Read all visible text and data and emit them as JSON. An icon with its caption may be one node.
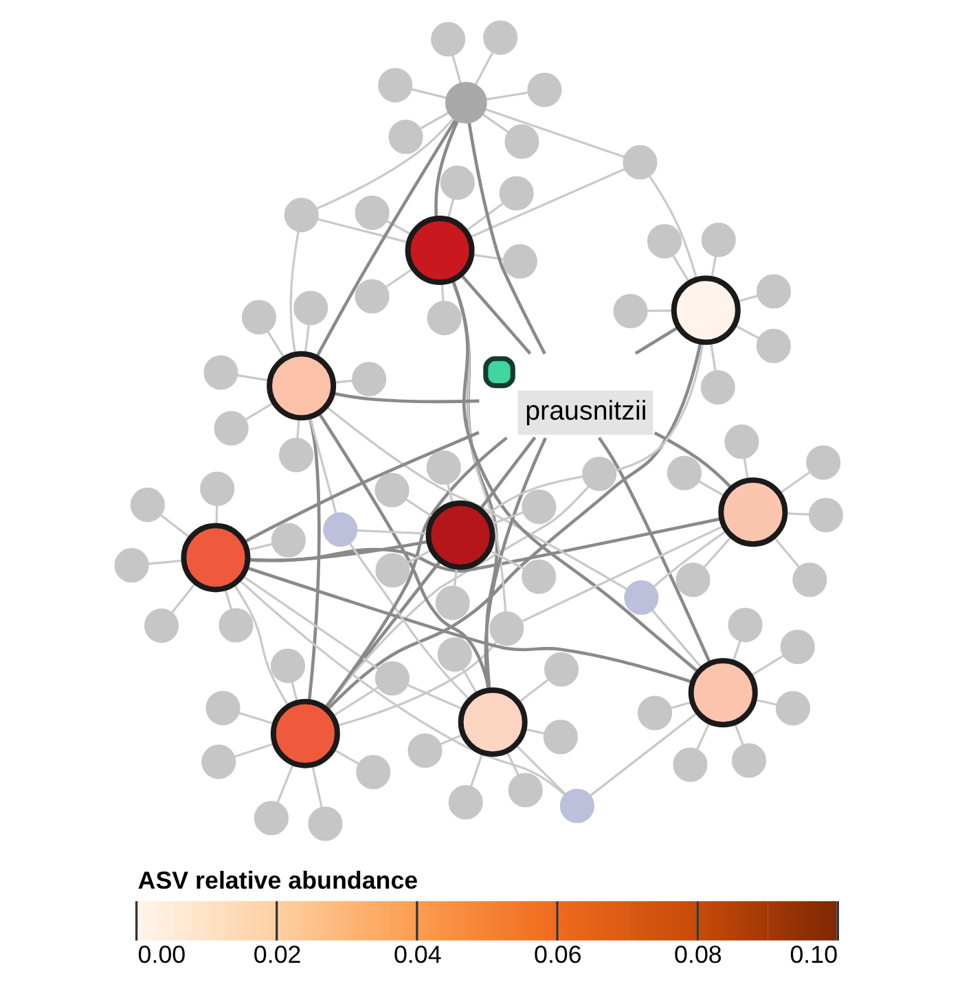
{
  "diagram": {
    "nodes": [
      {
        "text": [],
        "shape": "circle"
      },
      {
        "text": [],
        "shape": "circle"
      },
      {
        "text": [],
        "shape": "circle"
      },
      {
        "text": [],
        "shape": "circle"
      },
      {
        "text": [],
        "shape": "circle"
      },
      {
        "text": [],
        "shape": "circle"
      },
      {
        "text": [
          "prausnitzii"
        ]
      },
      {
        "text": [],
        "shape": "circle"
      },
      {
        "text": [],
        "shape": "circle"
      },
      {
        "text": [],
        "shape": "circle"
      },
      {
        "text": [],
        "shape": "circle"
      },
      {
        "text": [],
        "shape": "circle"
      },
      {
        "text": [],
        "shape": "circle"
      },
      {
        "text": [],
        "shape": "circle"
      },
      {
        "text": [],
        "shape": "circle"
      },
      {
        "text": [],
        "shape": "circle"
      },
      {
        "text": [],
        "shape": "circle"
      },
      {
        "text": [],
        "shape": "circle"
      },
      {
        "text": [],
        "shape": "circle"
      },
      {
        "text": [],
        "shape": "circle"
      },
      {
        "text": [],
        "shape": "circle"
      },
      {
        "text": [],
        "shape": "circle"
      },
      {
        "text": [],
        "shape": "circle"
      },
      {
        "text": [],
        "shape": "circle"
      },
      {
        "text": [],
        "shape": "circle"
      },
      {
        "text": [],
        "shape": "circle"
      },
      {
        "text": [],
        "shape": "circle"
      },
      {
        "text": [],
        "shape": "circle"
      },
      {
        "text": [],
        "shape": "circle"
      },
      {
        "text": [],
        "shape": "circle"
      },
      {
        "text": [],
        "shape": "circle"
      },
      {
        "text": [],
        "shape": "circle"
      },
      {
        "text": [],
        "shape": "circle"
      },
      {
        "text": [],
        "shape": "circle"
      },
      {
        "text": [],
        "shape": "circle"
      },
      {
        "text": [],
        "shape": "circle"
      },
      {
        "text": [],
        "shape": "circle"
      },
      {
        "text": [],
        "shape": "circle"
      },
      {
        "text": [],
        "shape": "circle"
      },
      {
        "text": [],
        "shape": "circle"
      },
      {
        "text": [],
        "shape": "circle"
      },
      {
        "text": [],
        "shape": "circle"
      },
      {
        "text": [],
        "shape": "circle"
      },
      {
        "text": [],
        "shape": "circle"
      },
      {
        "text": [],
        "shape": "circle"
      },
      {
        "text": [],
        "shape": "circle"
      },
      {
        "text": [],
        "shape": "circle"
      },
      {
        "text": [],
        "shape": "circle"
      },
      {
        "text": [],
        "shape": "circle"
      },
      {
        "text": [],
        "shape": "circle"
      },
      {
        "text": [],
        "shape": "circle"
      },
      {
        "text": [],
        "shape": "circle"
      },
      {
        "text": [],
        "shape": "circle"
      },
      {
        "text": [],
        "shape": "circle"
      },
      {
        "text": [],
        "shape": "circle"
      },
      {
        "text": [],
        "shape": "circle"
      },
      {
        "text": [],
        "shape": "circle"
      },
      {
        "text": [],
        "shape": "circle"
      },
      {
        "text": [],
        "shape": "circle"
      },
      {
        "text": [],
        "shape": "circle"
      },
      {
        "text": [],
        "shape": "circle"
      },
      {
        "text": [],
        "shape": "circle"
      },
      {
        "text": [],
        "shape": "circle"
      },
      {
        "text": [],
        "shape": "circle"
      },
      {
        "text": [],
        "shape": "circle"
      },
      {
        "text": [],
        "shape": "circle"
      },
      {
        "text": [],
        "shape": "circle"
      },
      {
        "text": [],
        "shape": "circle"
      },
      {
        "text": [],
        "shape": "circle"
      },
      {
        "text": [],
        "shape": "circle"
      },
      {
        "text": [],
        "shape": "circle"
      },
      {
        "text": [],
        "shape": "circle"
      },
      {
        "text": [],
        "shape": "circle"
      },
      {
        "text": [],
        "shape": "circle"
      },
      {
        "text": [],
        "shape": "circle"
      },
      {
        "text": [],
        "shape": "circle"
      },
      {
        "text": [],
        "shape": "circle"
      },
      {
        "text": [],
        "shape": "circle"
      },
      {
        "text": [],
        "shape": "circle"
      }
    ],
    "edges": [
      {
        "from": 6,
        "to": 0,
        "arrow": "none",
        "color": "#8a8a8a"
      },
      {
        "from": 6,
        "to": 1,
        "arrow": "none",
        "color": "#8a8a8a"
      },
      {
        "from": 6,
        "to": 2,
        "arrow": "none",
        "color": "#8a8a8a"
      },
      {
        "from": 6,
        "to": 3,
        "arrow": "none",
        "color": "#8a8a8a"
      },
      {
        "from": 6,
        "to": 4,
        "arrow": "none",
        "color": "#8a8a8a"
      },
      {
        "from": 6,
        "to": 5,
        "arrow": "none",
        "color": "#8a8a8a"
      },
      {
        "from": 6,
        "to": 7,
        "arrow": "none",
        "color": "#8a8a8a"
      },
      {
        "from": 6,
        "to": 8,
        "arrow": "none",
        "color": "#8a8a8a"
      },
      {
        "from": 6,
        "to": 9,
        "arrow": "none",
        "color": "#8a8a8a"
      },
      {
        "from": 6,
        "to": 10,
        "arrow": "none",
        "color": "#8a8a8a"
      },
      {
        "from": 0,
        "to": 10,
        "arrow": "none",
        "color": "#8a8a8a"
      },
      {
        "from": 1,
        "to": 7,
        "arrow": "none",
        "color": "#8a8a8a"
      },
      {
        "from": 0,
        "to": 9,
        "arrow": "none",
        "color": "#8a8a8a"
      },
      {
        "from": 1,
        "to": 9,
        "arrow": "none",
        "color": "#8a8a8a"
      },
      {
        "from": 2,
        "to": 3,
        "arrow": "none",
        "color": "#8a8a8a"
      },
      {
        "from": 2,
        "to": 4,
        "arrow": "none",
        "color": "#8a8a8a"
      },
      {
        "from": 5,
        "to": 3,
        "arrow": "none",
        "color": "#8a8a8a"
      },
      {
        "from": 7,
        "to": 3,
        "arrow": "none",
        "color": "#8a8a8a"
      },
      {
        "from": 0,
        "to": 4,
        "arrow": "none",
        "color": "#8a8a8a"
      },
      {
        "from": 1,
        "to": 8,
        "arrow": "none",
        "color": "#8a8a8a"
      },
      {
        "from": 5,
        "to": 4,
        "arrow": "none",
        "color": "#8a8a8a"
      },
      {
        "from": 0,
        "to": 1,
        "arrow": "none"
      },
      {
        "from": 0,
        "to": 11,
        "arrow": "none"
      },
      {
        "from": 0,
        "to": 12,
        "arrow": "none"
      },
      {
        "from": 0,
        "to": 13,
        "arrow": "none"
      },
      {
        "from": 0,
        "to": 14,
        "arrow": "none"
      },
      {
        "from": 0,
        "to": 15,
        "arrow": "none"
      },
      {
        "from": 0,
        "to": 16,
        "arrow": "none"
      },
      {
        "from": 1,
        "to": 17,
        "arrow": "none"
      },
      {
        "from": 1,
        "to": 18,
        "arrow": "none"
      },
      {
        "from": 1,
        "to": 19,
        "arrow": "none"
      },
      {
        "from": 1,
        "to": 20,
        "arrow": "none"
      },
      {
        "from": 1,
        "to": 21,
        "arrow": "none"
      },
      {
        "from": 1,
        "to": 22,
        "arrow": "none"
      },
      {
        "from": 2,
        "to": 23,
        "arrow": "none"
      },
      {
        "from": 2,
        "to": 24,
        "arrow": "none"
      },
      {
        "from": 2,
        "to": 25,
        "arrow": "none"
      },
      {
        "from": 2,
        "to": 26,
        "arrow": "none"
      },
      {
        "from": 2,
        "to": 27,
        "arrow": "none"
      },
      {
        "from": 2,
        "to": 28,
        "arrow": "none"
      },
      {
        "from": 3,
        "to": 29,
        "arrow": "none"
      },
      {
        "from": 3,
        "to": 30,
        "arrow": "none"
      },
      {
        "from": 3,
        "to": 31,
        "arrow": "none"
      },
      {
        "from": 3,
        "to": 32,
        "arrow": "none"
      },
      {
        "from": 3,
        "to": 33,
        "arrow": "none"
      },
      {
        "from": 3,
        "to": 34,
        "arrow": "none"
      },
      {
        "from": 4,
        "to": 35,
        "arrow": "none"
      },
      {
        "from": 4,
        "to": 36,
        "arrow": "none"
      },
      {
        "from": 4,
        "to": 37,
        "arrow": "none"
      },
      {
        "from": 4,
        "to": 38,
        "arrow": "none"
      },
      {
        "from": 4,
        "to": 39,
        "arrow": "none"
      },
      {
        "from": 4,
        "to": 40,
        "arrow": "none"
      },
      {
        "from": 5,
        "to": 41,
        "arrow": "none"
      },
      {
        "from": 5,
        "to": 42,
        "arrow": "none"
      },
      {
        "from": 5,
        "to": 43,
        "arrow": "none"
      },
      {
        "from": 5,
        "to": 44,
        "arrow": "none"
      },
      {
        "from": 5,
        "to": 45,
        "arrow": "none"
      },
      {
        "from": 5,
        "to": 46,
        "arrow": "none"
      },
      {
        "from": 7,
        "to": 47,
        "arrow": "none"
      },
      {
        "from": 7,
        "to": 48,
        "arrow": "none"
      },
      {
        "from": 7,
        "to": 49,
        "arrow": "none"
      },
      {
        "from": 7,
        "to": 50,
        "arrow": "none"
      },
      {
        "from": 7,
        "to": 51,
        "arrow": "none"
      },
      {
        "from": 7,
        "to": 52,
        "arrow": "none"
      },
      {
        "from": 8,
        "to": 53,
        "arrow": "none"
      },
      {
        "from": 8,
        "to": 54,
        "arrow": "none"
      },
      {
        "from": 8,
        "to": 55,
        "arrow": "none"
      },
      {
        "from": 8,
        "to": 56,
        "arrow": "none"
      },
      {
        "from": 8,
        "to": 57,
        "arrow": "none"
      },
      {
        "from": 8,
        "to": 58,
        "arrow": "none"
      },
      {
        "from": 9,
        "to": 59,
        "arrow": "none"
      },
      {
        "from": 9,
        "to": 60,
        "arrow": "none"
      },
      {
        "from": 9,
        "to": 61,
        "arrow": "none"
      },
      {
        "from": 9,
        "to": 62,
        "arrow": "none"
      },
      {
        "from": 9,
        "to": 63,
        "arrow": "none"
      },
      {
        "from": 9,
        "to": 64,
        "arrow": "none"
      },
      {
        "from": 10,
        "to": 65,
        "arrow": "none"
      },
      {
        "from": 10,
        "to": 66,
        "arrow": "none"
      },
      {
        "from": 10,
        "to": 67,
        "arrow": "none"
      },
      {
        "from": 10,
        "to": 68,
        "arrow": "none"
      },
      {
        "from": 10,
        "to": 69,
        "arrow": "none"
      },
      {
        "from": 10,
        "to": 70,
        "arrow": "none"
      },
      {
        "from": 0,
        "to": 71,
        "arrow": "none"
      },
      {
        "from": 1,
        "to": 71,
        "arrow": "none"
      },
      {
        "from": 2,
        "to": 71,
        "arrow": "none"
      },
      {
        "from": 0,
        "to": 72,
        "arrow": "none"
      },
      {
        "from": 3,
        "to": 72,
        "arrow": "none"
      },
      {
        "from": 8,
        "to": 72,
        "arrow": "none"
      },
      {
        "from": 1,
        "to": 73,
        "arrow": "none"
      },
      {
        "from": 2,
        "to": 73,
        "arrow": "none"
      },
      {
        "from": 7,
        "to": 73,
        "arrow": "none"
      },
      {
        "from": 2,
        "to": 74,
        "arrow": "none"
      },
      {
        "from": 4,
        "to": 74,
        "arrow": "none"
      },
      {
        "from": 9,
        "to": 74,
        "arrow": "none"
      },
      {
        "from": 5,
        "to": 75,
        "arrow": "none"
      },
      {
        "from": 3,
        "to": 75,
        "arrow": "none"
      },
      {
        "from": 10,
        "to": 75,
        "arrow": "none"
      },
      {
        "from": 7,
        "to": 76,
        "arrow": "none"
      },
      {
        "from": 8,
        "to": 76,
        "arrow": "none"
      },
      {
        "from": 4,
        "to": 76,
        "arrow": "none"
      },
      {
        "from": 9,
        "to": 77,
        "arrow": "none"
      },
      {
        "from": 10,
        "to": 77,
        "arrow": "none"
      },
      {
        "from": 0,
        "to": 77,
        "arrow": "none"
      },
      {
        "from": 3,
        "to": 78,
        "arrow": "none"
      },
      {
        "from": 4,
        "to": 78,
        "arrow": "none"
      },
      {
        "from": 5,
        "to": 78,
        "arrow": "none"
      }
    ],
    "labels": [
      "ASV relative abundance",
      "0.00",
      "0.02",
      "0.04",
      "0.06",
      "0.08",
      "0.10"
    ]
  }
}
